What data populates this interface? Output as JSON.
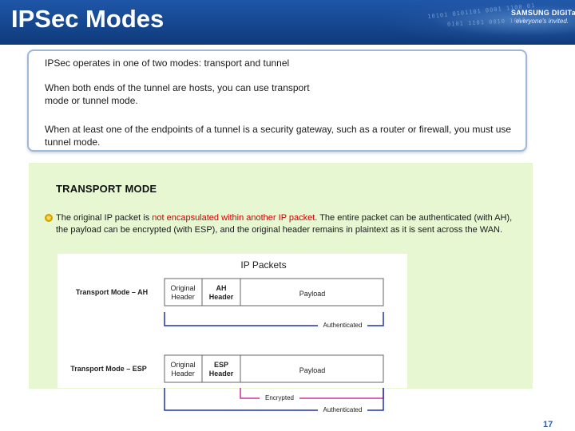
{
  "header": {
    "title": "IPSec Modes",
    "logo_main": "SAMSUNG DIGITall",
    "logo_sub": "everyone's invited.",
    "decor_digits_1": "10101 0101101 0001 1100 01",
    "decor_digits_2": "0101 1101 0010 1011"
  },
  "intro": {
    "line1": "IPSec operates in one of two modes: transport and tunnel",
    "line2": "When both ends of the tunnel are hosts, you can use transport mode or tunnel mode.",
    "line3": "When at least one of the endpoints of a tunnel is a security gateway, such as a router or firewall, you must use tunnel mode."
  },
  "transport": {
    "heading": "TRANSPORT MODE",
    "text_before": "The original IP packet is ",
    "text_red": "not encapsulated within another IP packet.",
    "text_after": " The entire packet can be authenticated (with AH), the payload can be encrypted (with ESP), and the original header remains in plaintext as it is sent across the WAN."
  },
  "diagram": {
    "title": "IP Packets",
    "ah_row_label": "Transport Mode – AH",
    "esp_row_label": "Transport Mode – ESP",
    "orig_header_line1": "Original",
    "orig_header_line2": "Header",
    "ah_header_line1": "AH",
    "ah_header_line2": "Header",
    "esp_header_line1": "ESP",
    "esp_header_line2": "Header",
    "payload": "Payload",
    "authenticated": "Authenticated",
    "encrypted": "Encrypted",
    "colors": {
      "auth_line": "#2233aa",
      "enc_line": "#cc3399"
    }
  },
  "page_number": "17"
}
